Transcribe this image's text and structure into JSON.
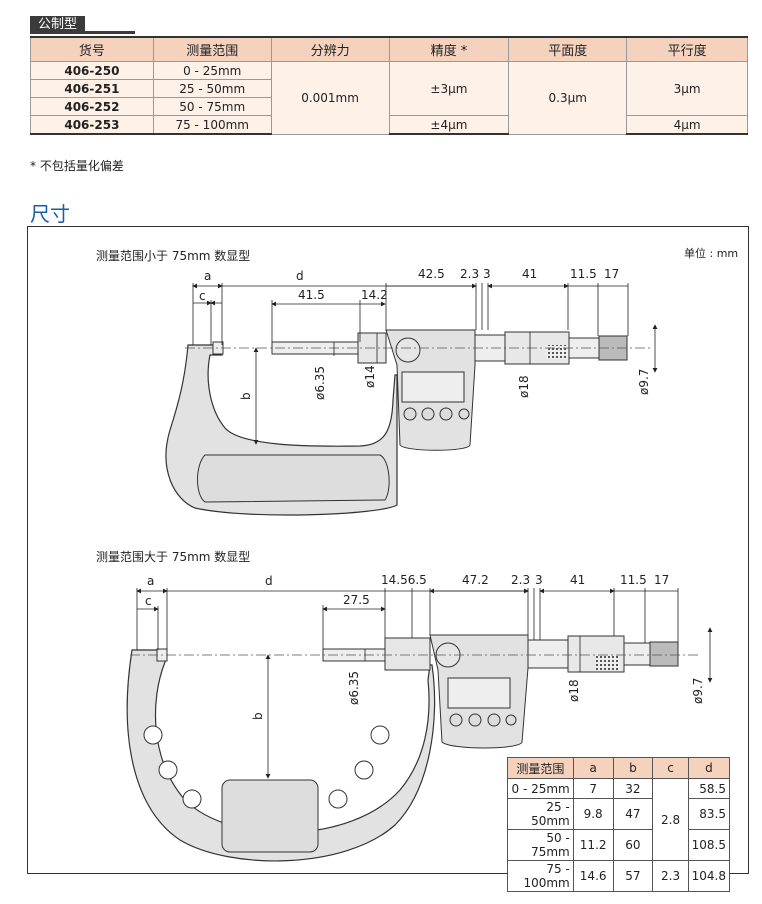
{
  "header": {
    "tag": "公制型"
  },
  "spec_table": {
    "headers": [
      "货号",
      "测量范围",
      "分辨力",
      "精度 *",
      "平面度",
      "平行度"
    ],
    "rows": [
      {
        "code": "406-250",
        "range": "0 - 25mm"
      },
      {
        "code": "406-251",
        "range": "25 - 50mm"
      },
      {
        "code": "406-252",
        "range": "50 - 75mm"
      },
      {
        "code": "406-253",
        "range": "75 - 100mm"
      }
    ],
    "resolution": "0.001mm",
    "accuracy_1": "±3μm",
    "accuracy_2": "±4μm",
    "flatness": "0.3μm",
    "parallelism_1": "3μm",
    "parallelism_2": "4μm"
  },
  "note": "* 不包括量化偏差",
  "section_title": "尺寸",
  "unit_label": "单位 : mm",
  "diagram1": {
    "subtitle": "测量范围小于 75mm 数显型",
    "labels": {
      "a": "a",
      "c": "c",
      "d": "d",
      "d42": "42.5",
      "d23": "2.3",
      "d3": "3",
      "d41": "41",
      "d115": "11.5",
      "d17": "17",
      "d415": "41.5",
      "d142": "14.2",
      "b": "b",
      "phi635": "ø6.35",
      "phi14": "ø14",
      "phi18": "ø18",
      "phi97": "ø9.7"
    }
  },
  "diagram2": {
    "subtitle": "测量范围大于 75mm 数显型",
    "labels": {
      "a": "a",
      "c": "c",
      "d": "d",
      "d1456": "14.56.5",
      "d472": "47.2",
      "d23": "2.3",
      "d3": "3",
      "d41": "41",
      "d115": "11.5",
      "d17": "17",
      "d275": "27.5",
      "b": "b",
      "phi635": "ø6.35",
      "phi18": "ø18",
      "phi97": "ø9.7"
    }
  },
  "dim_table": {
    "headers": [
      "测量范围",
      "a",
      "b",
      "c",
      "d"
    ],
    "rows": [
      [
        "0 - 25mm",
        "7",
        "32",
        "58.5"
      ],
      [
        "25 - 50mm",
        "9.8",
        "47",
        "83.5"
      ],
      [
        "50 - 75mm",
        "11.2",
        "60",
        "108.5"
      ],
      [
        "75 - 100mm",
        "14.6",
        "57",
        "104.8"
      ]
    ],
    "c_1": "2.8",
    "c_2": "2.3"
  },
  "colors": {
    "header_bg": "#f5d2be",
    "cell_bg": "#fdf1e8",
    "title_blue": "#1a5ea8"
  }
}
